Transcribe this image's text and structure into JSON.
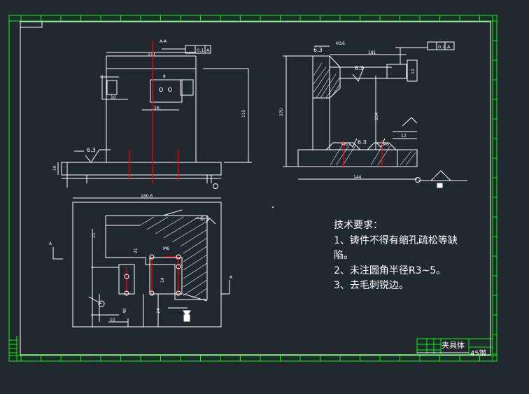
{
  "section_label": "A-A",
  "flatness_tolerance": "0.1",
  "datum_a": "A",
  "parallel_tolerance": "0.1",
  "roughness": "6.3",
  "dims_front": {
    "width": "111",
    "height": "115",
    "base_h": "10",
    "slot_w": "16",
    "hole_w": "10",
    "offset": "8"
  },
  "dims_side": {
    "width": "181",
    "height": "270",
    "base_w": "144",
    "small": "M16",
    "tab": "12",
    "mid": "104"
  },
  "dims_plan": {
    "width": "180.6",
    "depth": "21",
    "d1": "14",
    "d2": "40",
    "d3": "10",
    "d4": "24",
    "d5": "21"
  },
  "thread_m": "M6",
  "notes": {
    "title": "技术要求：",
    "items": [
      "1、铸件不得有缩孔疏松等缺",
      "陷。",
      "2、未注圆角半径R3~5。",
      "3、去毛刺锐边。"
    ]
  },
  "title_block": {
    "name": "夹具体",
    "material": "45钢"
  },
  "colors": {
    "background": "#212830",
    "frame": "#00ff00",
    "line": "#ffffff",
    "center": "#ff0000"
  }
}
